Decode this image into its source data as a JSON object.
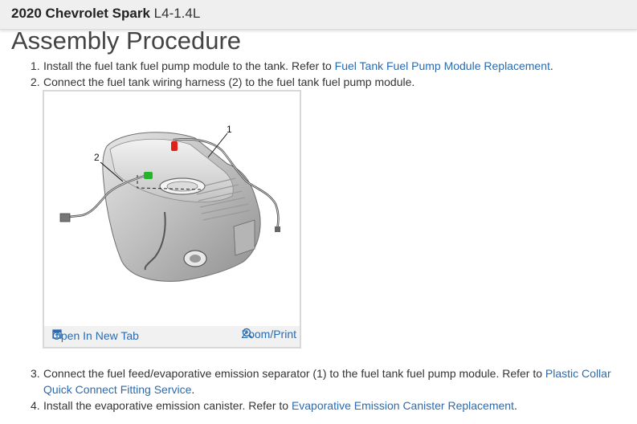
{
  "header": {
    "vehicle": "2020 Chevrolet Spark",
    "engine": "L4-1.4L"
  },
  "page": {
    "title": "Assembly Procedure"
  },
  "steps": [
    {
      "number": "1.",
      "text": "Install the fuel tank fuel pump module to the tank. Refer to ",
      "link": "Fuel Tank Fuel Pump Module Replacement",
      "suffix": "."
    },
    {
      "number": "2.",
      "text": "Connect the fuel tank wiring harness (2) to the fuel tank fuel pump module.",
      "link": "",
      "suffix": ""
    },
    {
      "number": "3.",
      "text": "Connect the fuel feed/evaporative emission separator (1) to the fuel tank fuel pump module. Refer to ",
      "link": "Plastic Collar Quick Connect Fitting Service",
      "suffix": "."
    },
    {
      "number": "4.",
      "text": "Install the evaporative emission canister. Refer to ",
      "link": "Evaporative Emission Canister Replacement",
      "suffix": "."
    }
  ],
  "figure": {
    "callouts": [
      "1",
      "2"
    ],
    "open_label": "Open In New Tab",
    "zoom_label": "Zoom/Print",
    "icons": {
      "open": "open-new-tab-icon",
      "zoom": "zoom-in-icon"
    },
    "colors": {
      "link": "#2a6bb0",
      "connector_1": "#e0201b",
      "connector_2": "#22b52a"
    }
  }
}
